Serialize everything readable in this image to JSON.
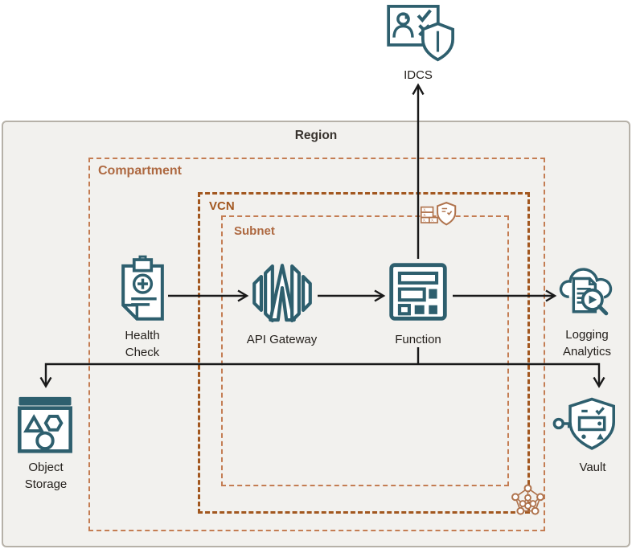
{
  "region": {
    "label": "Region"
  },
  "compartment": {
    "label": "Compartment"
  },
  "vcn": {
    "label": "VCN"
  },
  "subnet": {
    "label": "Subnet"
  },
  "nodes": {
    "idcs": {
      "label": "IDCS"
    },
    "health_check": {
      "label": "Health\nCheck"
    },
    "api_gateway": {
      "label": "API Gateway"
    },
    "function": {
      "label": "Function"
    },
    "logging_analytics": {
      "label": "Logging\nAnalytics"
    },
    "object_storage": {
      "label": "Object\nStorage"
    },
    "vault": {
      "label": "Vault"
    }
  },
  "icons": [
    "idcs-icon",
    "health-check-icon",
    "api-gateway-icon",
    "function-icon",
    "logging-analytics-icon",
    "object-storage-icon",
    "vault-icon",
    "security-list-icon",
    "vcn-network-icon"
  ],
  "edges": [
    {
      "from": "health-check",
      "to": "api-gateway"
    },
    {
      "from": "api-gateway",
      "to": "function"
    },
    {
      "from": "function",
      "to": "logging-analytics"
    },
    {
      "from": "function",
      "to": "idcs"
    },
    {
      "from": "function",
      "to": "object-storage"
    },
    {
      "from": "function",
      "to": "vault"
    }
  ],
  "colors": {
    "icon_teal": "#2e5f6e",
    "boundary_orange": "#c47d53",
    "vcn_orange": "#a2571f",
    "box_label_orange": "#ae6941",
    "region_bg": "#f2f1ee",
    "region_border": "#b6b1a8",
    "region_label": "#38332e",
    "arrow_black": "#191919",
    "node_label": "#25211d"
  }
}
